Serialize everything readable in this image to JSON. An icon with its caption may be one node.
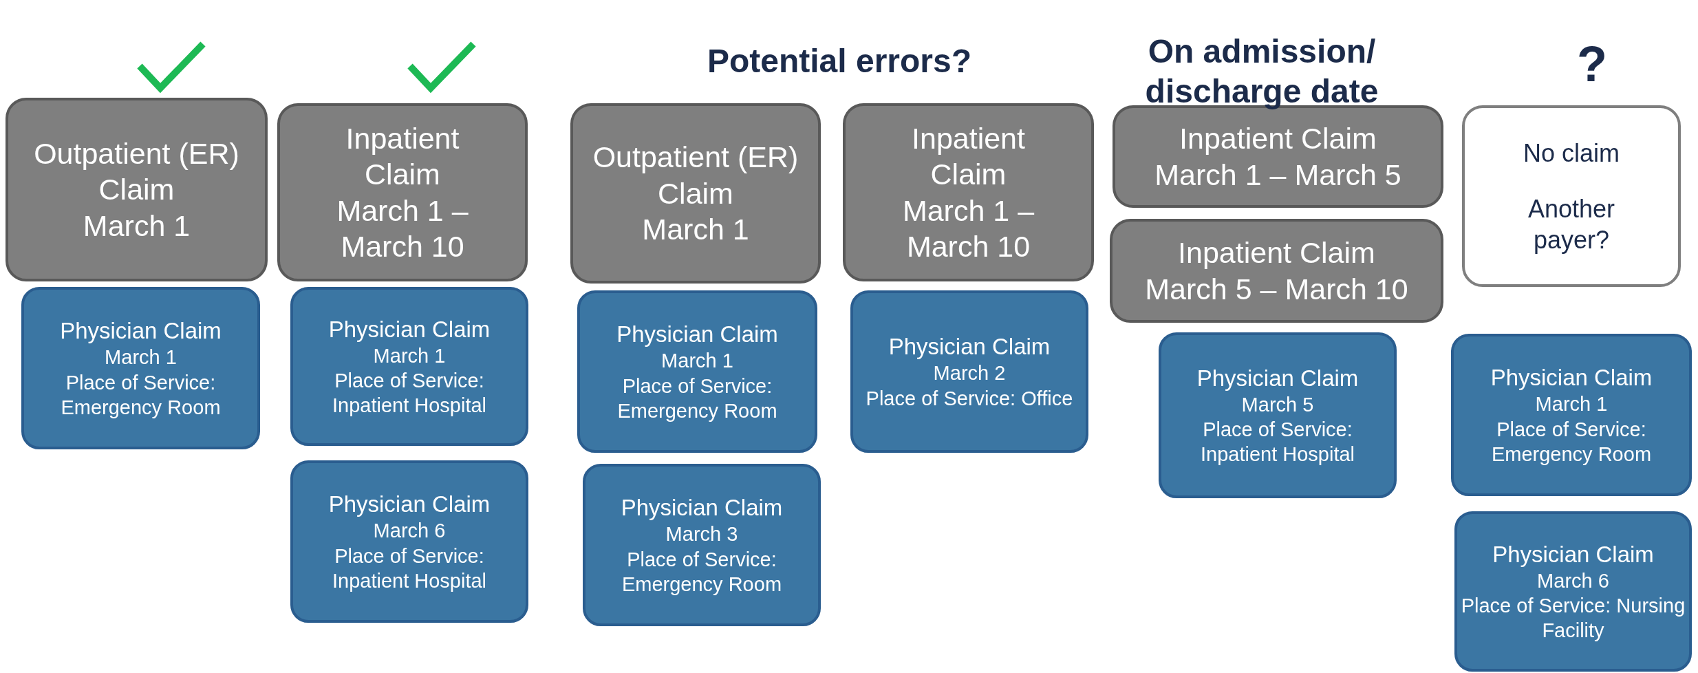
{
  "diagram": {
    "nodes": [
      {
        "text": [
          "Outpatient (ER) Claim",
          "March 1"
        ]
      },
      {
        "text": [
          "Physician Claim",
          "March 1",
          "Place of Service: Emergency Room"
        ]
      },
      {
        "text": [
          "Inpatient Claim",
          "March 1 – March 10"
        ]
      },
      {
        "text": [
          "Physician Claim",
          "March 1",
          "Place of Service: Inpatient Hospital"
        ]
      },
      {
        "text": [
          "Physician Claim",
          "March 6",
          "Place of Service: Inpatient Hospital"
        ]
      },
      {
        "text": [
          "Outpatient (ER) Claim",
          "March 1"
        ]
      },
      {
        "text": [
          "Physician Claim",
          "March 1",
          "Place of Service: Emergency Room"
        ]
      },
      {
        "text": [
          "Physician Claim",
          "March 3",
          "Place of Service: Emergency Room"
        ]
      },
      {
        "text": [
          "Inpatient Claim",
          "March 1 – March 10"
        ]
      },
      {
        "text": [
          "Physician Claim",
          "March 2",
          "Place of Service: Office"
        ]
      },
      {
        "text": [
          "Inpatient Claim",
          "March 1 – March 5"
        ]
      },
      {
        "text": [
          "Inpatient Claim",
          "March 5 – March 10"
        ]
      },
      {
        "text": [
          "Physician Claim",
          "March 5",
          "Place of Service: Inpatient Hospital"
        ]
      },
      {
        "text": [
          "No claim",
          "Another payer?"
        ]
      },
      {
        "text": [
          "Physician Claim",
          "March 1",
          "Place of Service: Emergency Room"
        ]
      },
      {
        "text": [
          "Physician Claim",
          "March 6",
          "Place of Service: Nursing Facility"
        ]
      }
    ],
    "edges": [],
    "labels": [
      "Potential errors?",
      "On admission/ discharge date",
      "?"
    ]
  }
}
